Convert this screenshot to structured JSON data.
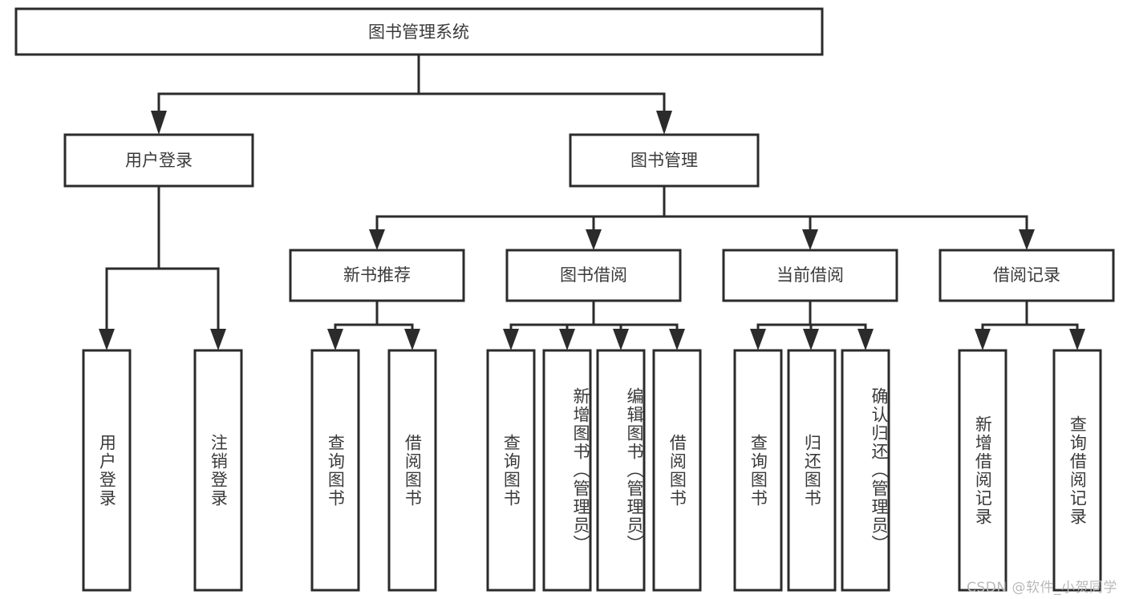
{
  "diagram": {
    "title": "图书管理系统",
    "watermark": "CSDN @软件_小贺同学",
    "colors": {
      "stroke": "#2b2b2b",
      "box_fill": "#ffffff",
      "text": "#3a3a3a",
      "background": "#ffffff",
      "watermark": "#b9b9b9"
    },
    "type": "tree-hierarchy",
    "root": {
      "label": "图书管理系统"
    },
    "level2": [
      {
        "label": "用户登录"
      },
      {
        "label": "图书管理"
      }
    ],
    "level3": [
      {
        "label": "新书推荐"
      },
      {
        "label": "图书借阅"
      },
      {
        "label": "当前借阅"
      },
      {
        "label": "借阅记录"
      }
    ],
    "leaves": {
      "user_login": [
        {
          "label": "用户登录"
        },
        {
          "label": "注销登录"
        }
      ],
      "new_book_recommend": [
        {
          "label": "查询图书"
        },
        {
          "label": "借阅图书"
        }
      ],
      "book_borrow": [
        {
          "label": "查询图书"
        },
        {
          "label": "新增图书（管理员）"
        },
        {
          "label": "编辑图书（管理员）"
        },
        {
          "label": "借阅图书"
        }
      ],
      "current_borrow": [
        {
          "label": "查询图书"
        },
        {
          "label": "归还图书"
        },
        {
          "label": "确认归还（管理员）"
        }
      ],
      "borrow_record": [
        {
          "label": "新增借阅记录"
        },
        {
          "label": "查询借阅记录"
        }
      ]
    }
  }
}
